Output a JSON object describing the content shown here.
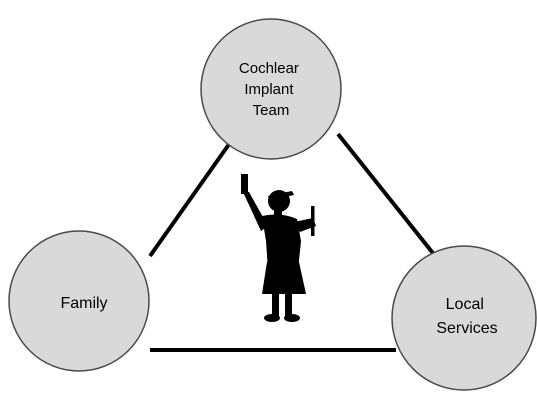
{
  "diagram": {
    "nodes": {
      "cochlear": {
        "lines": [
          "Cochlear",
          "Implant",
          "Team"
        ]
      },
      "family": {
        "lines": [
          "Family"
        ]
      },
      "local": {
        "lines": [
          "Local",
          "Services"
        ]
      }
    },
    "center_figure": "child-silhouette-icon",
    "colors": {
      "node_fill": "#d9d9d9",
      "node_stroke": "#4a4a4a",
      "edge": "#000000",
      "silhouette": "#000000"
    }
  }
}
